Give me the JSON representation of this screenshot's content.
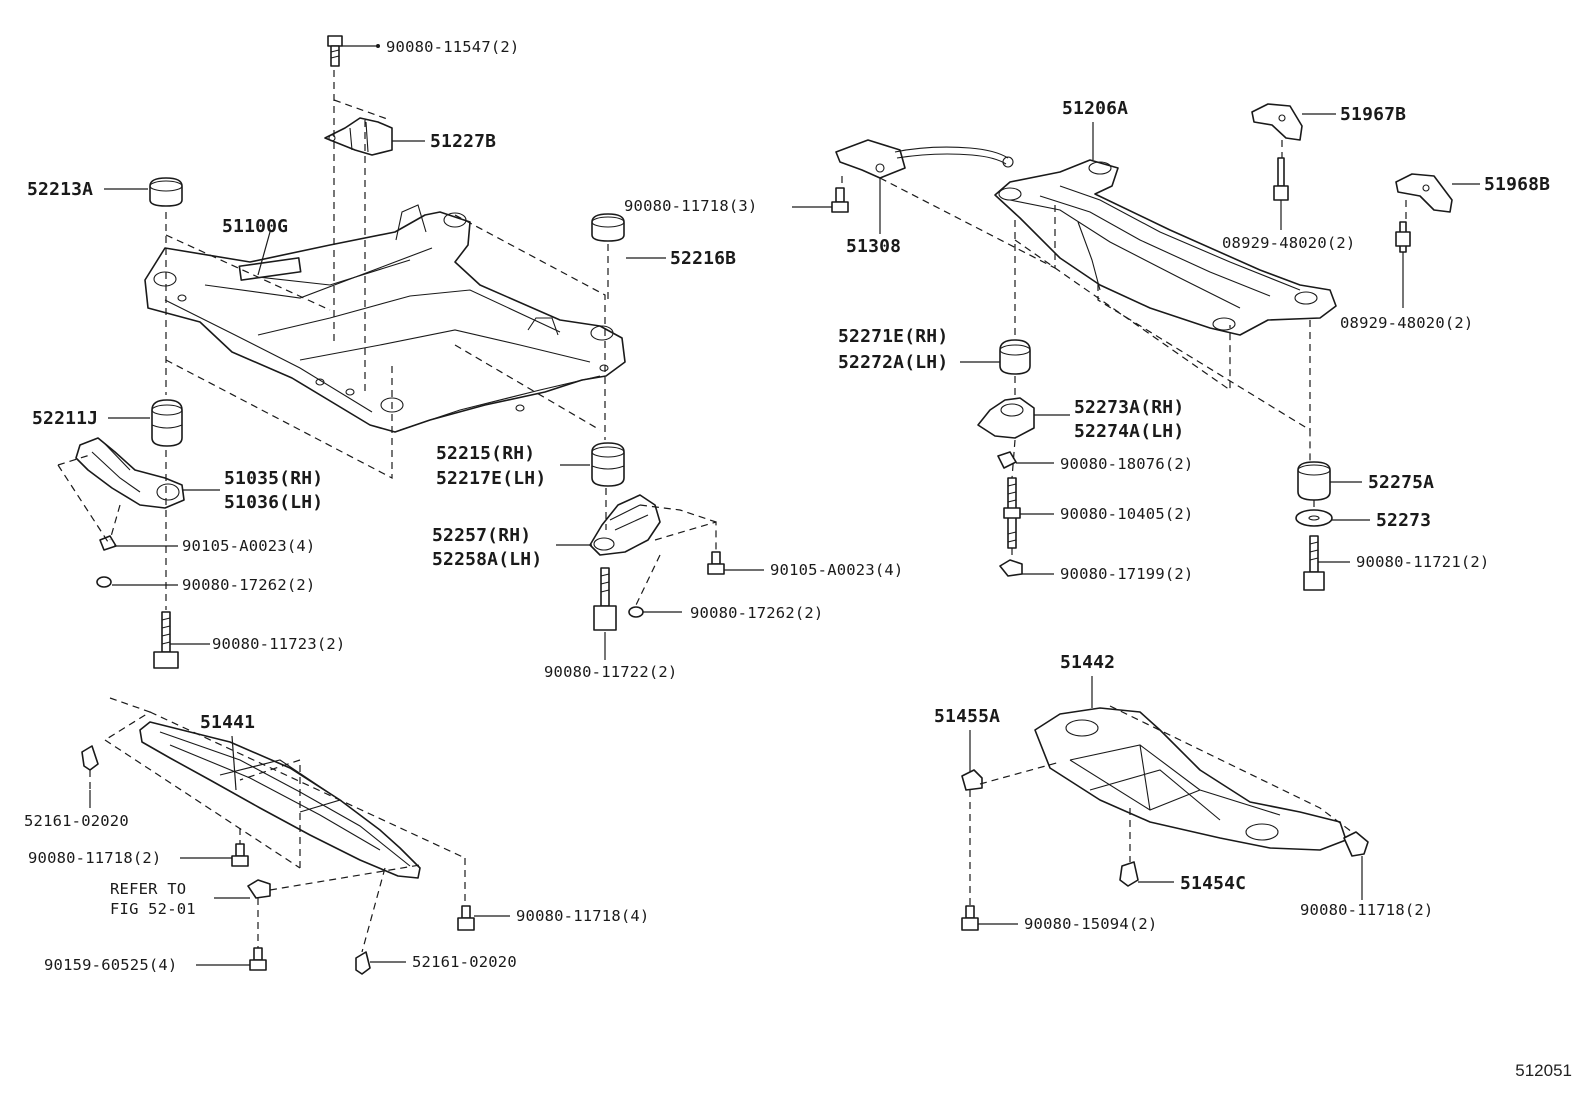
{
  "diagram": {
    "figure_code": "512051",
    "labels": {
      "b_90080_11547": "90080-11547(2)",
      "p_51227b": "51227B",
      "p_52213a": "52213A",
      "p_51100g": "51100G",
      "p_52216b": "52216B",
      "p_52211j": "52211J",
      "p_51035": "51035(RH)",
      "p_51036": "51036(LH)",
      "b_90105_a0023_l": "90105-A0023(4)",
      "b_90080_17262_l": "90080-17262(2)",
      "b_90080_11723": "90080-11723(2)",
      "p_52215": "52215(RH)",
      "p_52217e": "52217E(LH)",
      "p_52257": "52257(RH)",
      "p_52258a": "52258A(LH)",
      "b_90105_a0023_r": "90105-A0023(4)",
      "b_90080_17262_r": "90080-17262(2)",
      "b_90080_11722": "90080-11722(2)",
      "b_90080_11718_3": "90080-11718(3)",
      "p_51308": "51308",
      "p_51206a": "51206A",
      "p_51967b": "51967B",
      "b_08929_48020_a": "08929-48020(2)",
      "p_51968b": "51968B",
      "b_08929_48020_b": "08929-48020(2)",
      "p_52271e": "52271E(RH)",
      "p_52272a": "52272A(LH)",
      "p_52273a": "52273A(RH)",
      "p_52274a": "52274A(LH)",
      "b_90080_18076": "90080-18076(2)",
      "b_90080_10405": "90080-10405(2)",
      "b_90080_17199": "90080-17199(2)",
      "p_52275a": "52275A",
      "p_52273": "52273",
      "b_90080_11721": "90080-11721(2)",
      "p_51441": "51441",
      "c_52161_02020_a": "52161-02020",
      "b_90080_11718_2a": "90080-11718(2)",
      "refer_line1": "REFER TO",
      "refer_line2": "FIG 52-01",
      "b_90159_60525": "90159-60525(4)",
      "c_52161_02020_b": "52161-02020",
      "b_90080_11718_4": "90080-11718(4)",
      "p_51442": "51442",
      "p_51455a": "51455A",
      "p_51454c": "51454C",
      "b_90080_15094": "90080-15094(2)",
      "b_90080_11718_2b": "90080-11718(2)"
    }
  }
}
